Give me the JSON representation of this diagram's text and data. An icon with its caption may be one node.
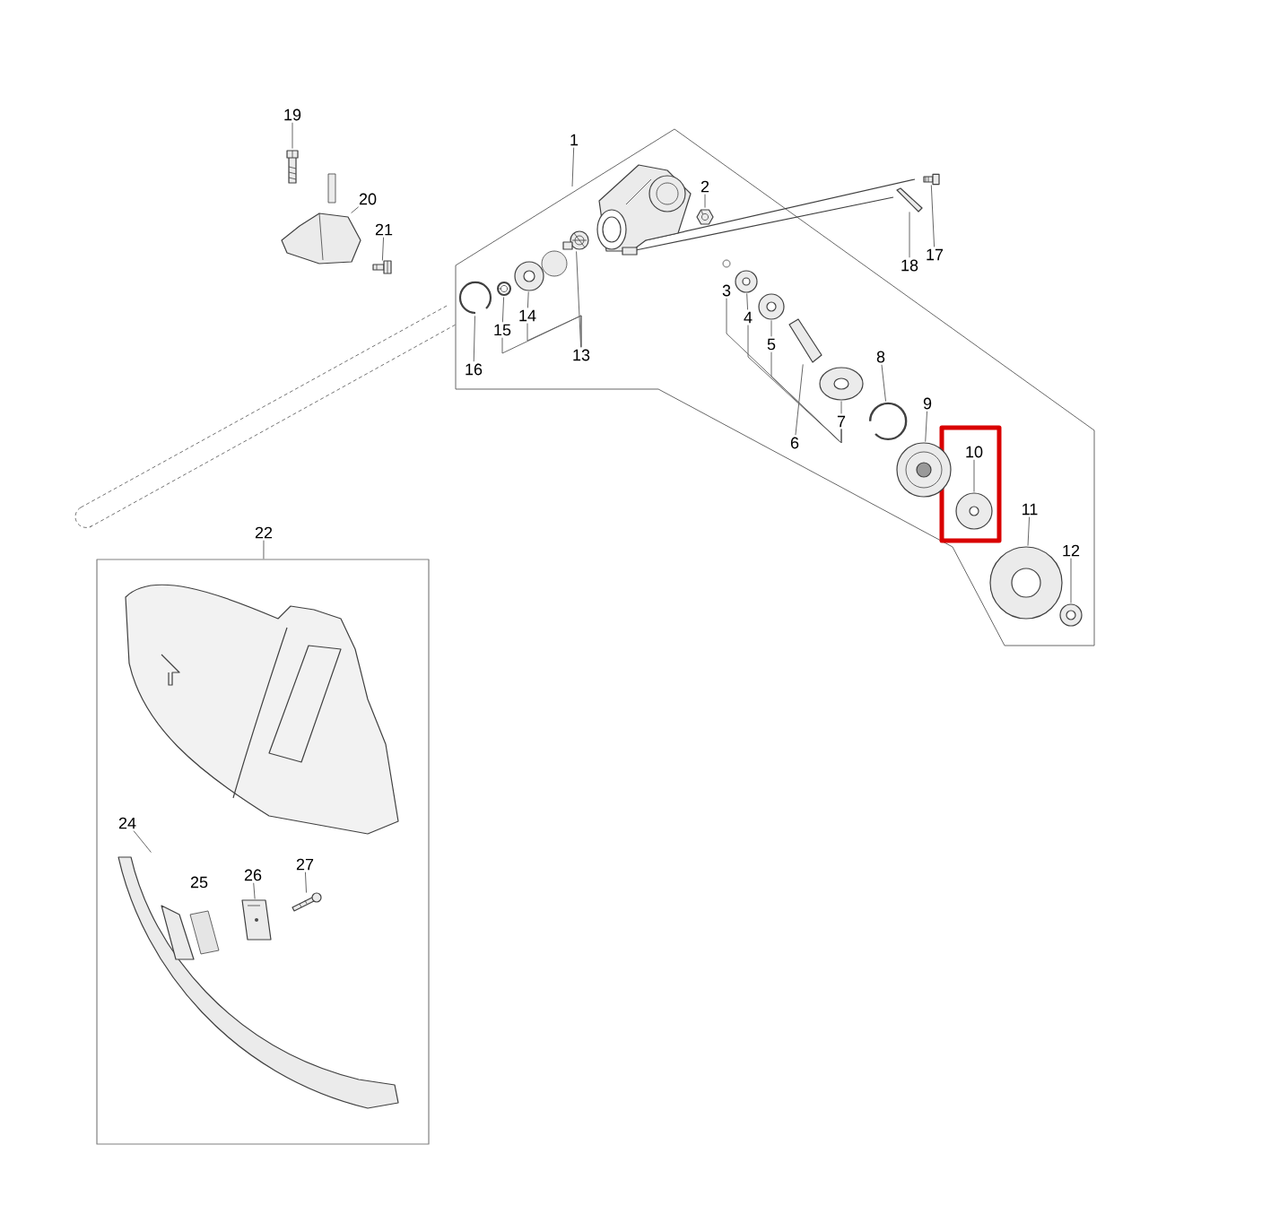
{
  "diagram": {
    "nodes": [
      {
        "text": [
          "1"
        ]
      },
      {
        "text": [
          "2"
        ]
      },
      {
        "text": [
          "3"
        ]
      },
      {
        "text": [
          "4"
        ]
      },
      {
        "text": [
          "5"
        ]
      },
      {
        "text": [
          "6"
        ]
      },
      {
        "text": [
          "7"
        ]
      },
      {
        "text": [
          "8"
        ]
      },
      {
        "text": [
          "9"
        ]
      },
      {
        "text": [],
        "shape": "box"
      },
      {
        "text": [
          "10"
        ],
        "in": 9
      },
      {
        "text": [
          "11"
        ]
      },
      {
        "text": [
          "12"
        ]
      },
      {
        "text": [
          "13"
        ]
      },
      {
        "text": [
          "14"
        ]
      },
      {
        "text": [
          "15"
        ]
      },
      {
        "text": [
          "16"
        ]
      },
      {
        "text": [
          "17"
        ]
      },
      {
        "text": [
          "18"
        ]
      },
      {
        "text": [
          "19"
        ]
      },
      {
        "text": [
          "20"
        ]
      },
      {
        "text": [
          "21"
        ]
      },
      {
        "text": [
          "22"
        ]
      },
      {
        "text": [],
        "shape": "box"
      },
      {
        "text": [
          "24"
        ],
        "in": 23
      },
      {
        "text": [
          "25"
        ],
        "in": 23
      },
      {
        "text": [
          "26"
        ],
        "in": 23
      },
      {
        "text": [
          "27"
        ],
        "in": 23
      },
      {
        "text": [],
        "shape": "picture"
      },
      {
        "text": [],
        "shape": "picture"
      },
      {
        "text": [],
        "shape": "picture"
      },
      {
        "text": [],
        "shape": "picture"
      },
      {
        "text": [],
        "shape": "picture"
      },
      {
        "text": [],
        "shape": "picture"
      },
      {
        "text": [],
        "shape": "picture"
      },
      {
        "text": [],
        "shape": "picture",
        "in": 9
      },
      {
        "text": [],
        "shape": "picture"
      },
      {
        "text": [],
        "shape": "picture"
      },
      {
        "text": [],
        "shape": "picture"
      },
      {
        "text": [],
        "shape": "picture"
      },
      {
        "text": [],
        "shape": "picture"
      },
      {
        "text": [],
        "shape": "picture"
      },
      {
        "text": [],
        "shape": "picture"
      },
      {
        "text": [],
        "shape": "picture"
      },
      {
        "text": [],
        "shape": "picture"
      },
      {
        "text": [],
        "shape": "picture"
      },
      {
        "text": [],
        "shape": "picture"
      },
      {
        "text": [],
        "shape": "picture",
        "in": 23
      },
      {
        "text": [],
        "shape": "picture",
        "in": 23
      },
      {
        "text": [],
        "shape": "picture",
        "in": 23
      },
      {
        "text": [],
        "shape": "picture"
      }
    ],
    "edges": [
      {
        "from": 0,
        "to": null,
        "arrow": "none"
      },
      {
        "from": 1,
        "to": 28,
        "arrow": "none"
      },
      {
        "from": 3,
        "to": 29,
        "arrow": "none"
      },
      {
        "from": 4,
        "to": 30,
        "arrow": "none"
      },
      {
        "from": 5,
        "to": 31,
        "arrow": "none"
      },
      {
        "from": 6,
        "to": 32,
        "arrow": "none"
      },
      {
        "from": 6,
        "to": 2,
        "arrow": "none"
      },
      {
        "from": 6,
        "to": 3,
        "arrow": "none"
      },
      {
        "from": 6,
        "to": 4,
        "arrow": "none"
      },
      {
        "from": 7,
        "to": 33,
        "arrow": "none"
      },
      {
        "from": 8,
        "to": 34,
        "arrow": "none"
      },
      {
        "from": 10,
        "to": 35,
        "arrow": "none"
      },
      {
        "from": 11,
        "to": 36,
        "arrow": "none"
      },
      {
        "from": 12,
        "to": 37,
        "arrow": "none"
      },
      {
        "from": 13,
        "to": 38,
        "arrow": "none"
      },
      {
        "from": 13,
        "to": 14,
        "arrow": "none"
      },
      {
        "from": 13,
        "to": 15,
        "arrow": "none"
      },
      {
        "from": 14,
        "to": 39,
        "arrow": "none"
      },
      {
        "from": 15,
        "to": 40,
        "arrow": "none"
      },
      {
        "from": 16,
        "to": 41,
        "arrow": "none"
      },
      {
        "from": 17,
        "to": 42,
        "arrow": "none"
      },
      {
        "from": 18,
        "to": 43,
        "arrow": "none"
      },
      {
        "from": 19,
        "to": 44,
        "arrow": "none"
      },
      {
        "from": 20,
        "to": 45,
        "arrow": "none"
      },
      {
        "from": 21,
        "to": 46,
        "arrow": "none"
      },
      {
        "from": 22,
        "to": 23,
        "arrow": "none"
      },
      {
        "from": 24,
        "to": 47,
        "arrow": "none"
      },
      {
        "from": 26,
        "to": 48,
        "arrow": "none"
      },
      {
        "from": 27,
        "to": 49,
        "arrow": "none"
      }
    ]
  }
}
